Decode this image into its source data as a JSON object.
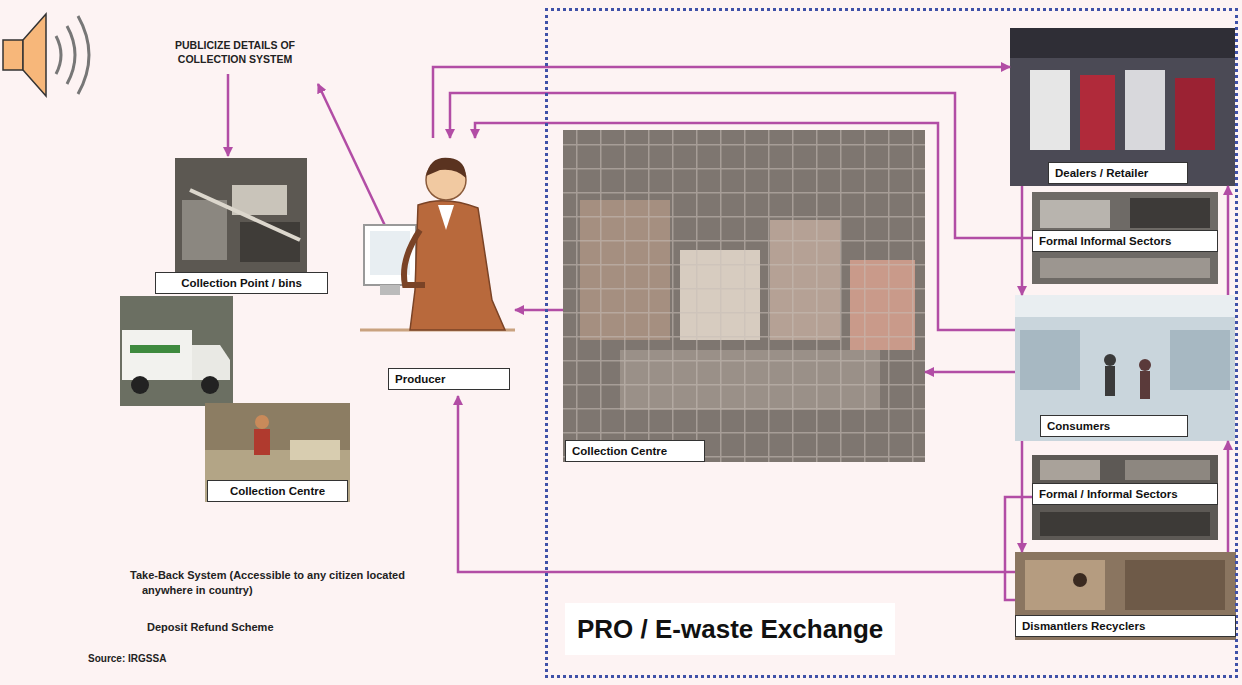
{
  "diagram": {
    "nodes": [
      {
        "text": [
          "Collection Point / bins"
        ]
      },
      {
        "text": [
          "Collection Centre"
        ]
      },
      {
        "text": [
          "Producer"
        ]
      },
      {
        "text": [
          "PRO / E-waste Exchange"
        ]
      },
      {
        "text": [
          "Collection Centre"
        ],
        "in": 3
      },
      {
        "text": [
          "Dealers / Retailer"
        ],
        "in": 3
      },
      {
        "text": [
          "Formal Informal Sectors"
        ],
        "in": 3
      },
      {
        "text": [
          "Consumers"
        ],
        "in": 3
      },
      {
        "text": [
          "Formal / Informal Sectors"
        ],
        "in": 3
      },
      {
        "text": [
          "Dismantlers Recyclers"
        ],
        "in": 3
      }
    ],
    "edges": [
      {
        "from": 2,
        "to": 5,
        "arrow": "to"
      },
      {
        "from": 6,
        "to": 2,
        "arrow": "to"
      },
      {
        "from": 7,
        "to": 2,
        "arrow": "to"
      },
      {
        "from": 4,
        "to": 2,
        "arrow": "to"
      },
      {
        "from": 7,
        "to": 4,
        "arrow": "to"
      },
      {
        "from": 5,
        "to": 7,
        "arrow": "to"
      },
      {
        "from": 7,
        "to": 5,
        "arrow": "to"
      },
      {
        "from": 7,
        "to": 9,
        "arrow": "to"
      },
      {
        "from": 9,
        "to": 7,
        "arrow": "to"
      },
      {
        "from": 8,
        "to": 9,
        "arrow": "none"
      },
      {
        "from": 9,
        "to": 2,
        "arrow": "to"
      }
    ],
    "labels": [
      "PUBLICIZE DETAILS OF COLLECTION SYSTEM",
      "Take-Back System (Accessible to any citizen located anywhere in country)",
      "Deposit Refund Scheme",
      "Source: IRGSSA"
    ]
  }
}
